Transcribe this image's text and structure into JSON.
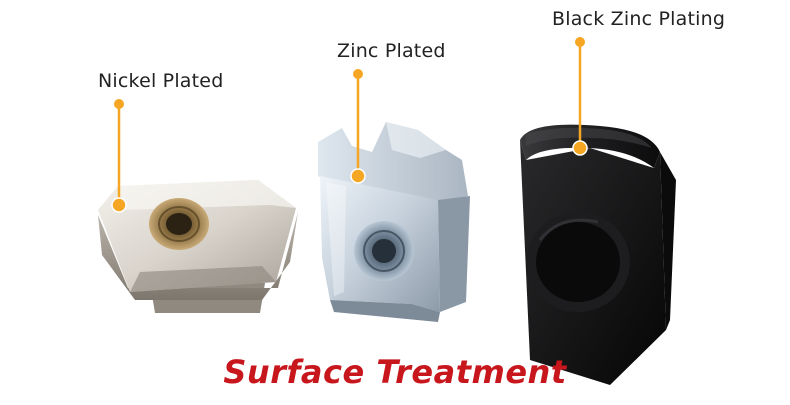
{
  "labels": {
    "nickel": "Nickel Plated",
    "zinc": "Zinc Plated",
    "black": "Black Zinc Plating"
  },
  "title": "Surface Treatment",
  "colors": {
    "title": "#c8161d",
    "callout": "#f5a623",
    "label": "#222222"
  }
}
